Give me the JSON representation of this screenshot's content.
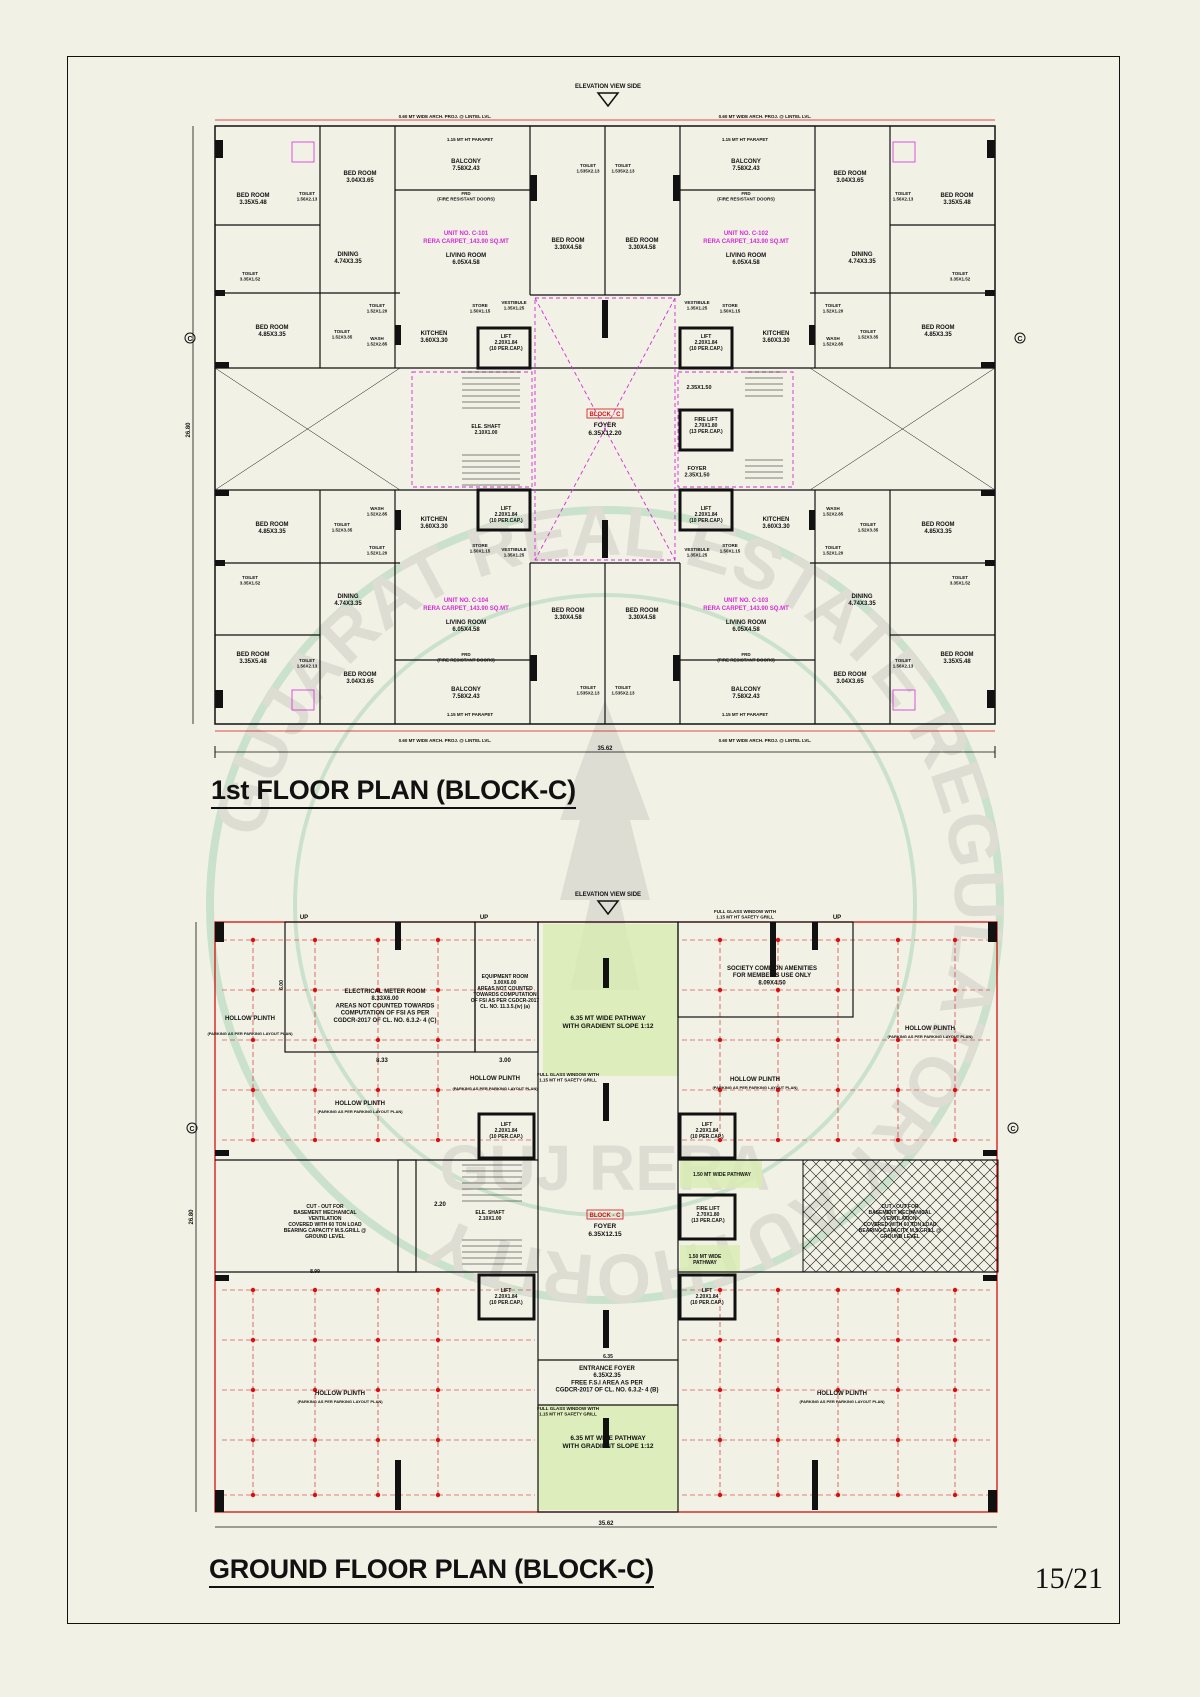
{
  "page_number": "15/21",
  "colors": {
    "background": "#f1f1e6",
    "line": "#111111",
    "magenta": "#d62bd6",
    "red": "#d81010",
    "green": "#d9ecb2",
    "watermark": "#9dcfae"
  },
  "watermark": {
    "ring_text": "GUJARAT REAL ESTATE REGULATORY AUTHORITY",
    "center_text": "GUJ RERA"
  },
  "first_floor": {
    "title": "1st FLOOR PLAN (BLOCK-C)",
    "elevation_label": "ELEVATION VIEW SIDE",
    "overall_width": "35.62",
    "overall_depth": "26.80",
    "axis_mark": "C",
    "block_tag": "BLOCK - C",
    "foyer": "FOYER\n6.35X12.20",
    "fire_lift": "FIRE LIFT\n2.70X1.80\n(13 PER.CAP.)",
    "ele_shaft": "ELE. SHAFT\n2.10X1.00",
    "foyer_small": "FOYER\n2.35X1.50",
    "dim_235": "2.35X1.50",
    "parapet": "1.15 MT HT PARAPET",
    "arch_proj": "0.60 MT WIDE ARCH. PROJ. @ LINTEL LVL.",
    "units": [
      {
        "no": "UNIT NO. C-101",
        "carpet": "RERA CARPET_143.90 SQ.MT"
      },
      {
        "no": "UNIT NO. C-102",
        "carpet": "RERA CARPET_143.90 SQ.MT"
      },
      {
        "no": "UNIT NO. C-104",
        "carpet": "RERA CARPET_143.90 SQ.MT"
      },
      {
        "no": "UNIT NO. C-103",
        "carpet": "RERA CARPET_143.90 SQ.MT"
      }
    ],
    "rooms": {
      "balcony": "BALCONY\n7.58X2.43",
      "bed_master": "BED ROOM\n3.35X5.48",
      "bed_2": "BED ROOM\n3.04X3.65",
      "bed_3": "BED ROOM\n3.30X4.58",
      "bed_4": "BED ROOM\n4.85X3.35",
      "living": "LIVING ROOM\n6.05X4.58",
      "dining": "DINING\n4.74X3.35",
      "kitchen": "KITCHEN\n3.60X3.30",
      "toilet_a": "TOILET\n1.56X2.13",
      "toilet_b": "TOILET\n3.35X1.52",
      "toilet_c": "TOILET\n1.52X3.35",
      "toilet_d": "TOILET\n1.535X2.13",
      "toilet_e": "TOILET\n1.52X1.20",
      "wash": "WASH\n1.52X2.85",
      "store": "STORE\n1.50X1.15",
      "vestibule": "VESTIBULE\n1.35X1.25",
      "lift": "LIFT\n2.20X1.84\n(10 PER.CAP.)",
      "frd": "FRD\n(FIRE RESISTANT DOORS)"
    }
  },
  "ground_floor": {
    "title": "GROUND FLOOR PLAN (BLOCK-C)",
    "elevation_label": "ELEVATION VIEW SIDE",
    "overall_width": "35.62",
    "overall_depth": "26.80",
    "axis_mark": "C",
    "block_tag": "BLOCK - C",
    "foyer": "FOYER\n6.35X12.15",
    "fire_lift": "FIRE LIFT\n2.70X1.80\n(13 PER.CAP.)",
    "ele_shaft": "ELE. SHAFT\n2.10X1.00",
    "lift": "LIFT\n2.20X1.84\n(10 PER.CAP.)",
    "electrical_room": "ELECTRICAL METER ROOM\n8.33X6.00\nAREAS NOT COUNTED TOWARDS\nCOMPUTATION OF FSI AS PER\nCGDCR-2017 OF CL. NO. 6.3.2- 4 (C)",
    "equipment_room": "EQUIPMENT ROOM\n3.00X6.00\nAREAS NOT COUNTED\nTOWARDS COMPUTATION\nOF FSI AS PER CGDCR-2017\nCL. NO. 11.3.5.(iv) (a)",
    "society": "SOCIETY COMMON AMENITIES\nFOR MEMBER'S USE ONLY\n8.09X4.50",
    "pathway": "6.35 MT WIDE PATHWAY\nWITH GRADIENT SLOPE 1:12",
    "pathway_150": "1.50 MT WIDE PATHWAY",
    "pathway_150b": "1.50 MT WIDE\nPATHWAY",
    "entrance": "ENTRANCE FOYER\n6.35X2.35\nFREE F.S.I AREA AS PER\nCGDCR-2017 OF CL. NO. 6.3.2- 4 (B)",
    "hollow": "HOLLOW PLINTH",
    "hollow_sub": "(PARKING AS PER PARKING LAYOUT PLAN)",
    "cutout": "CUT - OUT FOR\nBASEMENT MECHANICAL\nVENTILATION\nCOVERED WITH 60 TON LOAD\nBEARING CAPACITY M.S.GRILL @\nGROUND LEVEL",
    "glass_window": "FULL GLASS WINDOW WITH\n1.15 MT HT SAFETY GRILL",
    "up": "UP",
    "dim_833": "8.33",
    "dim_300": "3.00",
    "dim_220": "2.20",
    "dim_899": "8.99",
    "dim_600": "6.00",
    "dim_635": "6.35"
  }
}
